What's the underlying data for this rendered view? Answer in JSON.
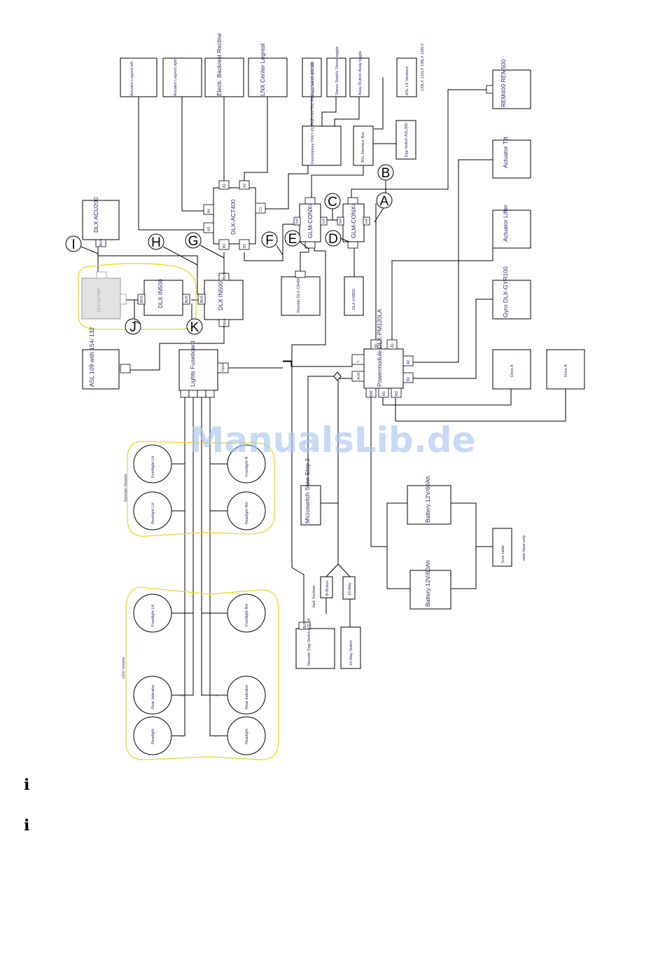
{
  "diagram": {
    "blocks": {
      "actuator_legrest_left": "Actuator Legrest left",
      "actuator_legrest_right": "Actuator Legrest right",
      "electr_backrest": "Electr. Backrest Recline",
      "lnx_center_legrest": "LNX Center Legrest",
      "egg_switch_asl300_top": "Egg Switch ASL300",
      "stereo_switch": "Stereo Switch/ Stereo toggle",
      "away_button": "Away Button/ Away toggle",
      "asl_lx_versions": "ASL LX Versions",
      "lx_versions_list": "133LX 133LX 138LX 168LX",
      "function_key": "Functionkey FKEY-01 FKEY-01TDC FKEY-02 FKEY-02TDC",
      "asl_interface_box": "ASL Interface Box",
      "egg_switch_asl300": "Egg Switch ASL300",
      "rem400": "REM400 REM500",
      "actuator_tilt": "Actuator Tilt",
      "actuator_lifter": "Actuator Lifter",
      "gyro": "Gyro DLX-GYR100",
      "drive_a": "Drive A",
      "drive_b": "Drive B",
      "dlx_acu200": "DLX ACU200",
      "dlx_act400": "DLX-ACT400",
      "glm_conx4_1": "GLM-CONX4",
      "glm_conx4_2": "GLM-CONX4",
      "dlx_out500": "DLX OUT500",
      "dlx_in500_1": "DLX IN500",
      "dlx_in500_2": "DLX IN500",
      "remote_dlx_cr400": "Remote DLX-CR400",
      "dlx_usb": "DLX-USB02",
      "asl_109": "ASL 109 with 154/ 132",
      "lights_fuseboard": "Lights Fuseboard",
      "powermodule": "Powermodule DLX-PM120LA",
      "microswitch": "Microswitch Stow-Stop 2",
      "battery_1": "Battery 12V/60Ah",
      "battery_2": "Battery 12V/60Ah",
      "fuse_cable": "fuse cable",
      "wide_base": "wide base only",
      "remote_stop_switch": "Remote Stop Switch ASL54",
      "way_switch": "10-Way Switch",
      "jack_sockets": "Jack Sockets",
      "b_button": "B-Button",
      "ten_way": "10-Way"
    },
    "lamps": {
      "frontlight_lh_german": "Frontlight LH",
      "frontlight_r_german": "Frontlight R",
      "rearlight_lh_german": "Rearlight LH",
      "rearlight_rh_german": "Rearlight RH",
      "frontlight_lh_led": "Frontlight LH",
      "frontlight_rh_led": "Frontlight RH",
      "rear_indicator_l": "Rear Indicator",
      "rear_indicator_r": "Rear Indicator",
      "rearlight_l": "Rearlight",
      "rearlight_r": "Rearlight"
    },
    "groups": {
      "german": "German Version",
      "led": "LED Version"
    },
    "ports": {
      "a1": "A1",
      "a2": "A2",
      "a3": "A3",
      "a4": "A4",
      "b1": "B1",
      "b2": "B2",
      "c1": "C1",
      "bus": "BUS",
      "input": "Input",
      "in4": "In4",
      "l": "L",
      "aux": "AUX",
      "bat": "BAT",
      "m1": "M1",
      "m2": "M2",
      "n1": "1",
      "n2": "2"
    },
    "markers": [
      "A",
      "B",
      "C",
      "D",
      "E",
      "F",
      "G",
      "H",
      "I",
      "J",
      "K"
    ]
  },
  "watermark": "ManualsLib.de",
  "info_icon": "ℹ",
  "colors": {
    "text": "#1f2a7a",
    "zone": "#f2d21b",
    "faded": "#9a9a9a",
    "watermark": "#a9c4ee"
  }
}
